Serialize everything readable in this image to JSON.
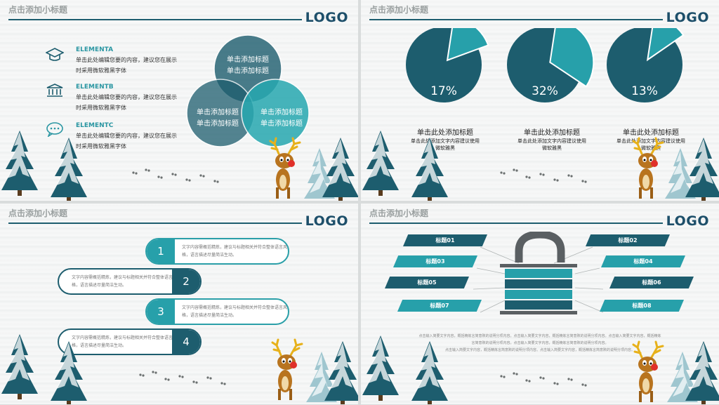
{
  "logo_text": "LOGO",
  "subtitle": "点击添加小标题",
  "slide1": {
    "features": [
      {
        "title": "ELEMENTA",
        "desc": "单击此处编辑您要的内容，建议您在展示时采用微软雅黑字体"
      },
      {
        "title": "ELEMENTB",
        "desc": "单击此处编辑您要的内容，建议您在展示时采用微软雅黑字体"
      },
      {
        "title": "ELEMENTC",
        "desc": "单击此处编辑您要的内容，建议您在展示时采用微软雅黑字体"
      }
    ],
    "venn": [
      "单击添加标题",
      "单击添加标题"
    ]
  },
  "slide2": {
    "pies": [
      {
        "percent": "17%",
        "value": 17,
        "title": "单击此处添加标题",
        "desc": "单击此处添加文字内容建议使用微软雅黑"
      },
      {
        "percent": "32%",
        "value": 32,
        "title": "单击此处添加标题",
        "desc": "单击此处添加文字内容建议使用微软雅黑"
      },
      {
        "percent": "13%",
        "value": 13,
        "title": "单击此处添加标题",
        "desc": "单击此处添加文字内容建议使用微软雅黑"
      }
    ]
  },
  "slide3": {
    "items": [
      {
        "num": "1",
        "text": "文字内容需概括精炼，建议与标题相关并符合整体语言风格，语言描述尽量简洁生动。"
      },
      {
        "num": "2",
        "text": "文字内容需概括精炼，建议与标题相关并符合整体语言风格，语言描述尽量简洁生动。"
      },
      {
        "num": "3",
        "text": "文字内容需概括精炼，建议与标题相关并符合整体语言风格，语言描述尽量简洁生动。"
      },
      {
        "num": "4",
        "text": "文字内容需概括精炼，建议与标题相关并符合整体语言风格，语言描述尽量简洁生动。"
      }
    ]
  },
  "slide4": {
    "tags": [
      "标题01",
      "标题02",
      "标题03",
      "标题04",
      "标题05",
      "标题06",
      "标题07",
      "标题08"
    ],
    "body_lines": [
      "点击输入简要文字内容，概括精炼言简意赅的说明分项内容。点击输入简要文字内容，概括精炼言简意赅的说明分项内容。点击输入简要文字内容，概括精炼",
      "言简意赅的说明分项内容。点击输入简要文字内容，概括精炼言简意赅的说明分项内容。",
      "点击输入简要文字内容，概括精炼言简意赅的说明分项内容。点击输入简要文字内容，概括精炼言简意赅的说明分项内容。"
    ]
  },
  "colors": {
    "dark_teal": "#1d5d6e",
    "teal": "#27a0aa",
    "deer": "#b8741f"
  }
}
